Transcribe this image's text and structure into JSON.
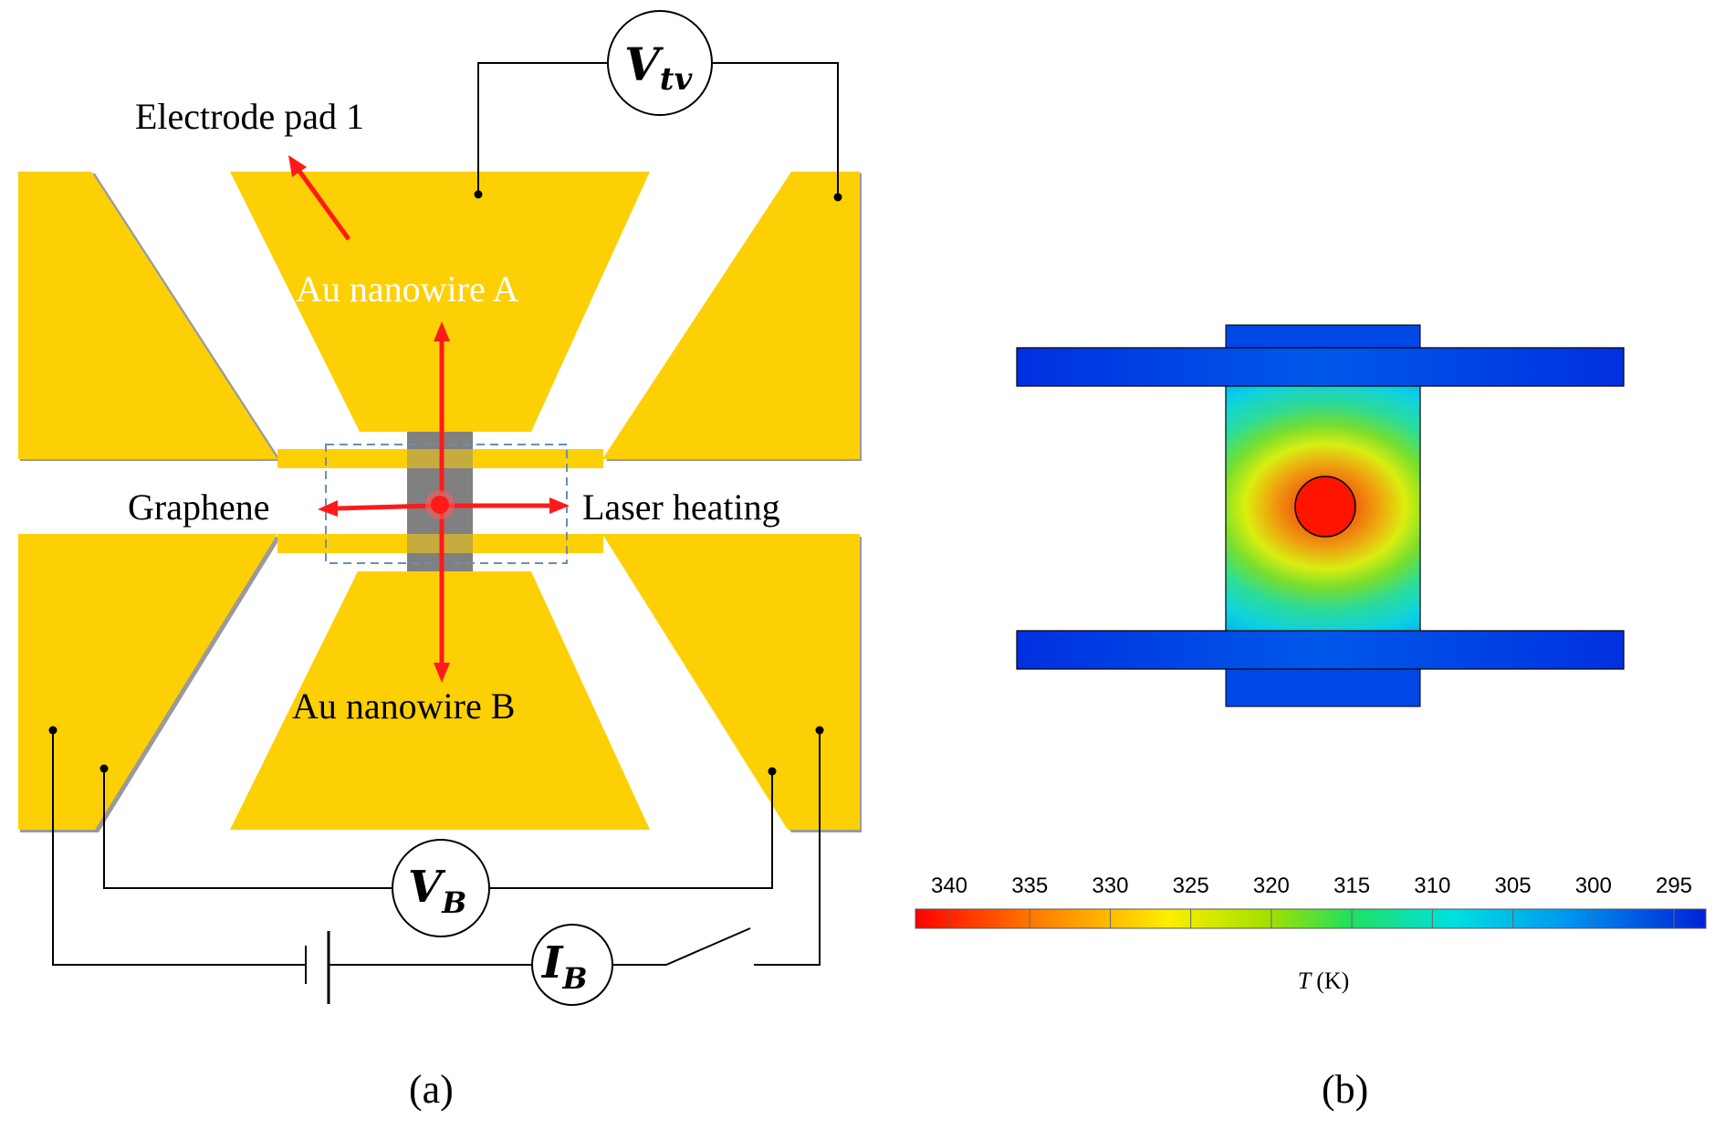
{
  "figure": {
    "panel_a": {
      "caption": "(a)",
      "labels": {
        "electrode_pad": "Electrode pad 1",
        "nanowire_a": "Au nanowire A",
        "nanowire_b": "Au nanowire B",
        "graphene": "Graphene",
        "laser": "Laser heating"
      },
      "meters": {
        "vtv": {
          "main": "V",
          "sub": "tv"
        },
        "vb": {
          "main": "V",
          "sub": "B"
        },
        "ib": {
          "main": "I",
          "sub": "B"
        }
      }
    },
    "panel_b": {
      "caption": "(b)",
      "colorbar": {
        "ticks": [
          "340",
          "335",
          "330",
          "325",
          "320",
          "315",
          "310",
          "305",
          "300",
          "295"
        ],
        "label_symbol": "T",
        "label_unit": "(K)",
        "range": [
          340,
          295
        ]
      }
    },
    "colors": {
      "gold": "#fdd006",
      "graphene": "#808080",
      "arrow": "#ff1a1a",
      "dashed_box": "#6b8fb0"
    }
  }
}
